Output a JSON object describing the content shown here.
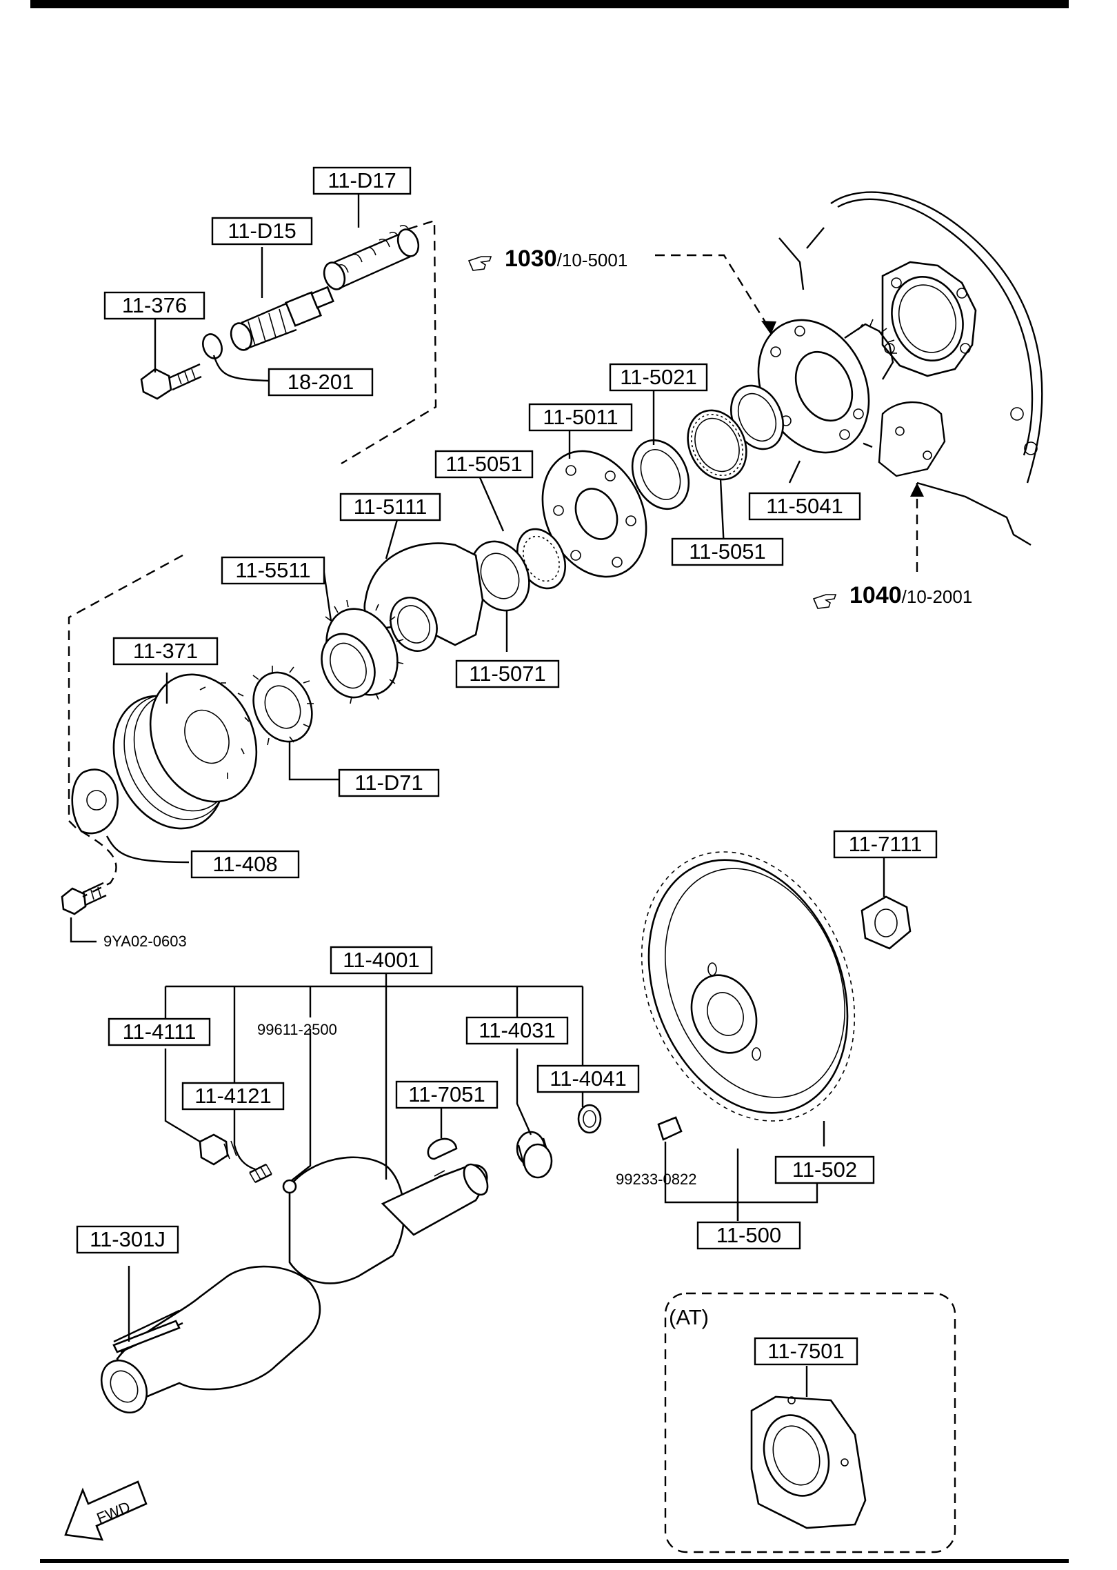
{
  "labels": {
    "l_11D17": "11-D17",
    "l_11D15": "11-D15",
    "l_11376": "11-376",
    "l_18201": "18-201",
    "l_115021": "11-5021",
    "l_115011": "11-5011",
    "l_115051a": "11-5051",
    "l_115111": "11-5111",
    "l_115511": "11-5511",
    "l_115041": "11-5041",
    "l_115051b": "11-5051",
    "l_115071": "11-5071",
    "l_11371": "11-371",
    "l_11D71": "11-D71",
    "l_11408": "11-408",
    "l_117111": "11-7111",
    "l_114001": "11-4001",
    "l_114111": "11-4111",
    "l_114031": "11-4031",
    "l_114041": "11-4041",
    "l_114121": "11-4121",
    "l_117051": "11-7051",
    "l_11502": "11-502",
    "l_11500": "11-500",
    "l_11301J": "11-301J",
    "l_117501": "11-7501"
  },
  "plain_labels": {
    "p_9YA02": "9YA02-0603",
    "p_99611": "99611-2500",
    "p_99233": "99233-0822"
  },
  "refs": {
    "ref1030": {
      "icon": "pointing-hand-icon",
      "number": "1030",
      "suffix": "/10-5001"
    },
    "ref1040": {
      "icon": "pointing-hand-icon",
      "number": "1040",
      "suffix": "/10-2001"
    }
  },
  "at_group": {
    "label": "(AT)"
  },
  "fwd": {
    "label": "FWD"
  }
}
